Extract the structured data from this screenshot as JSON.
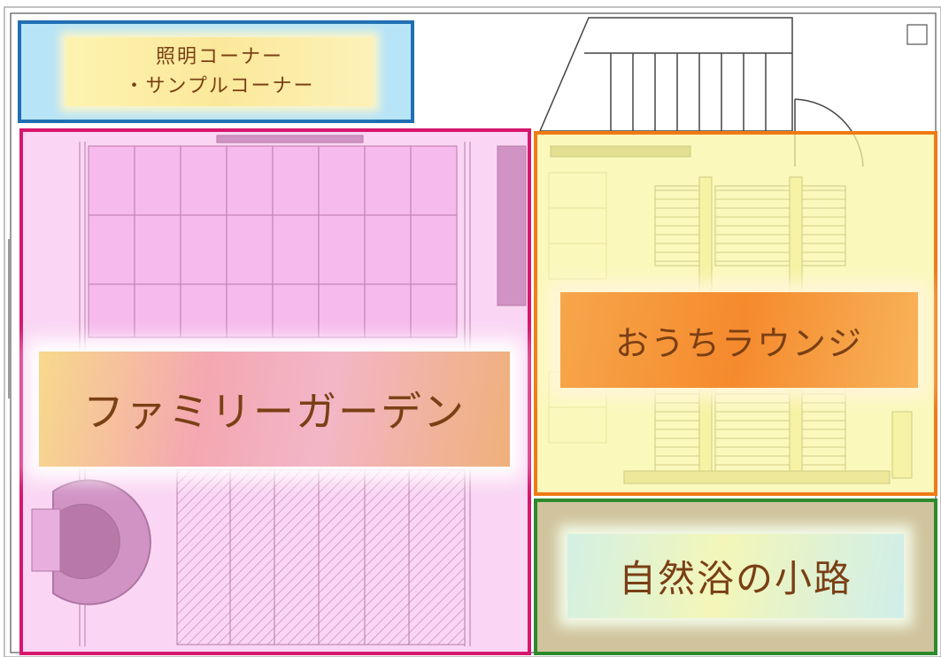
{
  "zones": {
    "lighting": {
      "line1": "照明コーナー",
      "line2": "・サンプルコーナー",
      "border_color": "#1f6fb3"
    },
    "family": {
      "label": "ファミリーガーデン",
      "border_color": "#d6176d"
    },
    "lounge": {
      "label": "おうちラウンジ",
      "border_color": "#ef7b14"
    },
    "path": {
      "label": "自然浴の小路",
      "border_color": "#2d8a2c"
    }
  }
}
